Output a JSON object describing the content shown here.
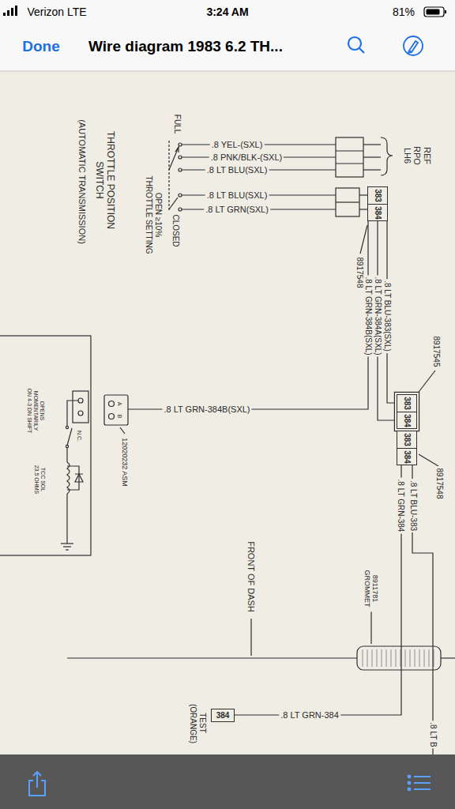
{
  "diagram": {
    "title": "Wire diagram 1983 6.2 TH...",
    "nodes": [
      {
        "text": [
          "383",
          "384"
        ]
      },
      {
        "text": [
          "383",
          "384"
        ]
      },
      {
        "text": [
          "383",
          "384"
        ]
      },
      {
        "text": [
          "384"
        ]
      }
    ],
    "edges": [
      {
        "from": 0,
        "to": 1,
        "arrow": "none"
      },
      {
        "from": 0,
        "to": 1,
        "arrow": "none"
      },
      {
        "from": 2,
        "to": 3,
        "arrow": "none"
      }
    ],
    "labels": [
      "Verizon LTE",
      "3:24 AM",
      "81%",
      "Done",
      "REF RPO LH6",
      ".8 YEL-(SXL)",
      ".8 PNK/BLK-(SXL)",
      ".8 LT BLU(SXL)",
      ".8 LT BLU(SXL)",
      ".8 LT GRN(SXL)",
      "FULL",
      "OPEN ≥10% THROTTLE SETTING",
      "CLOSED",
      "THROTTLE POSITION SWITCH",
      "(AUTOMATIC TRANSMISSION)",
      "8917548",
      ".8 LT BLU-383(SXL)",
      ".8 LT GRN-384A(SXL)",
      ".8 LT GRN-384B(SXL)",
      "8917545",
      ".8 LT GRN-384B(SXL)",
      "12020232 ASM",
      "A",
      "B",
      "N.C.",
      "OPENS MOMENTARILY ON 4-3 DN SHIFT",
      "TCC SOL 23.5 OHMS",
      "8917548",
      ".8 LT BLU-383",
      ".8 LT GRN-384",
      "8911781 GROMMET",
      "FRONT OF DASH",
      ".8 LT GRN-384",
      "TEST (ORANGE)",
      ".8 LT B"
    ]
  }
}
